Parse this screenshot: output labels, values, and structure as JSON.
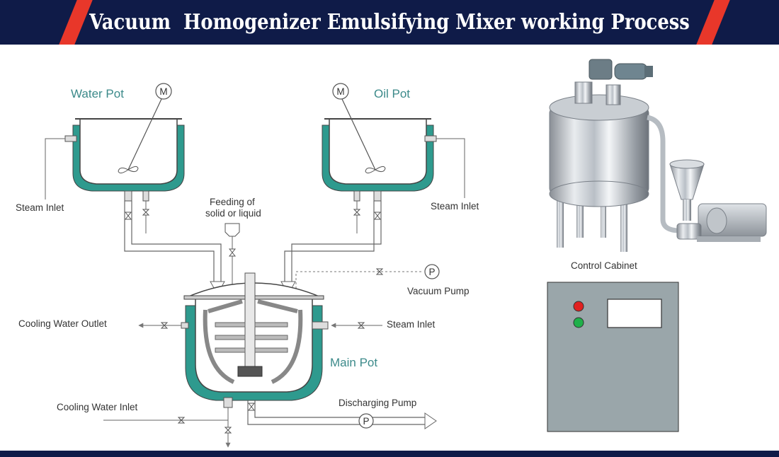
{
  "header": {
    "title": "Vacuum  Homogenizer Emulsifying Mixer working Process",
    "accent_color": "#e8372a",
    "bar_color": "#0f1b48"
  },
  "diagram": {
    "water_pot": "Water Pot",
    "oil_pot": "Oil Pot",
    "motor_symbol": "M",
    "steam_inlet_left": "Steam Inlet",
    "steam_inlet_right": "Steam Inlet",
    "feeding_line1": "Feeding of",
    "feeding_line2": "solid or liquid",
    "pump_symbol": "P",
    "vacuum_pump": "Vacuum Pump",
    "cooling_water_outlet": "Cooling Water Outlet",
    "steam_inlet_main": "Steam Inlet",
    "main_pot": "Main Pot",
    "cooling_water_inlet": "Cooling Water Inlet",
    "discharging_pump": "Discharging Pump",
    "jacket_color": "#2e9a8e"
  },
  "side": {
    "control_cabinet": "Control Cabinet"
  }
}
